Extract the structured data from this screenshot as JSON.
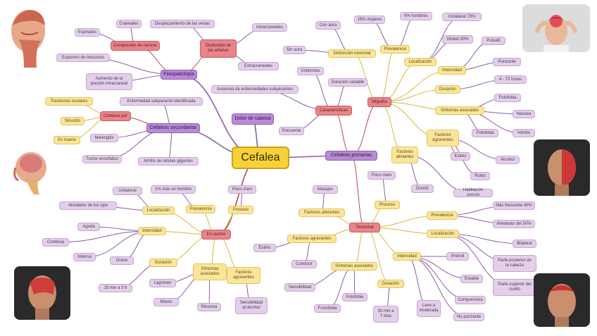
{
  "central": "Cefalea",
  "nodes": {
    "cranales": "Craneales",
    "desplazamiento": "Desplazamiento de las venas",
    "espinales": "Espinales",
    "compresion": "Compresión de nervios",
    "distension": "Distensión de las arterias",
    "intracraneales": "Intracraneales",
    "extracraneales": "Extracraneales",
    "espasmo": "Espasmo de músculos",
    "fisiopatologia": "Fisiopatología",
    "aumento_presion": "Aumento de la presión intracraneal",
    "enfermedad_subyacente": "Enfermedad subyacente identificada",
    "trastornos_oculares": "Trastornos oculares",
    "cefaleas_por": "Cefaleas por",
    "sinusitis": "Sinusitis",
    "en_trueno": "En trueno",
    "meningitis": "Meningitis",
    "cefaleas_secundarias": "Cefaleas secundarias",
    "tumor": "Tumor encefálico",
    "arteritis": "Artritis de células gigantes",
    "dolor_cabeza": "Dolor de cabeza",
    "ausencia": "Ausencia de enfermedades subyacentes",
    "uniformes": "Uniformes",
    "duracion_variable": "Duración variable",
    "caracteristicas": "Características",
    "frecuente": "Frecuente",
    "cefaleas_primarias": "Cefaleas primarias",
    "con_aura": "Con aura",
    "sin_aura": "Sin aura",
    "disfuncion": "Disfunción neuronal",
    "mujeres_15": "15% mujeres",
    "hombres_6": "6% hombres",
    "prevalencia_m": "Prevalencia",
    "unilateral_70": "Unilateral 70%",
    "global_30": "Global 30%",
    "localizacion_m": "Localización",
    "pulsatil": "Pulsátil",
    "intensidad_m": "Intensidad",
    "punzante_m": "Punzante",
    "migrana": "Migraña",
    "horas": "4 - 72 horas",
    "duracion_m": "Duración",
    "fotofobia_m1": "Fotofobia",
    "sintomas_m": "Síntomas asociados",
    "nauseas": "Náusea",
    "fotofobia_m2": "Fotofobia",
    "vomito": "Vómito",
    "factores_agravantes_m": "Factores agravantes",
    "estres": "Estrés",
    "alcohol": "Alcohol",
    "ruido": "Ruido",
    "factores_aliviantes_m": "Factores aliviantes",
    "dormir": "Dormir",
    "habitacion": "Habitación oscura",
    "unilateral_c": "Unilateral",
    "mas_hombre": "1% más en hombre",
    "poco_claro_c": "Poco claro",
    "alrededor_ojos": "Alrededor de los ojos",
    "localizacion_c": "Localización",
    "prevalencia_c": "Prevalencia",
    "proceso_c": "Proceso",
    "aguda": "Aguda",
    "intensidad_c": "Intensidad",
    "en_racimo": "En racimo",
    "continua": "Continua",
    "intensa": "Intensa",
    "grave": "Grave",
    "duracion_c": "Duración",
    "sintomas_c": "Síntomas asociados",
    "factores_agravantes_c": "Factores agravantes",
    "min_3h": "15 min a 3 h",
    "lagrimeo": "Lagrimeo",
    "miosis": "Miosis",
    "rinorrea": "Rinorrea",
    "sensibilidad_alcohol": "Sensibilidad al alcohol",
    "masajes": "Masajes",
    "poco_claro_t": "Poco claro",
    "factores_aliviantes_t": "Factores aliviantes",
    "proceso_t": "Proceso",
    "tensional": "Tensional",
    "factores_agravantes_t": "Factores agravantes",
    "estres_t": "Estrés",
    "conducir": "Conducir",
    "sintomas_t": "Síntomas asociados",
    "sensibilidad": "Sensibilidad",
    "fotofobia_t": "Fotofobia",
    "fonofobia": "Fonofobia",
    "duracion_t": "Duración",
    "min_7dias": "30 min a 7 días",
    "prevalencia_t": "Prevalencia",
    "mas_frecuente": "Más frecuente 40%",
    "alrededor_50": "Alrededor del 50%",
    "localizacion_t": "Localización",
    "bilateral": "Bilateral",
    "intensidad_t": "Intensidad",
    "prensil": "Prensil",
    "parte_posterior": "Parte posterior de la cabeza",
    "estable": "Estable",
    "parte_superior": "Parte superior del cuello",
    "leve": "Leve a moderada",
    "no_punzante": "No punzante",
    "comprensiva": "Comprensiva"
  },
  "colors": {
    "lilac": "#e3cfe9",
    "yellow": "#fbe59a",
    "red": "#e8858a",
    "purple": "#b98ad6",
    "central": "#f6d13a",
    "link_purple": "#8a5ca8",
    "link_red": "#b84a55",
    "link_yellow": "#d8b93a"
  },
  "portraits": [
    "head-anatomy-muscles",
    "woman-headache",
    "man-pain-right",
    "head-brain-anatomy",
    "man-pain-forehead",
    "man-pain-left",
    "man-pain-top"
  ]
}
